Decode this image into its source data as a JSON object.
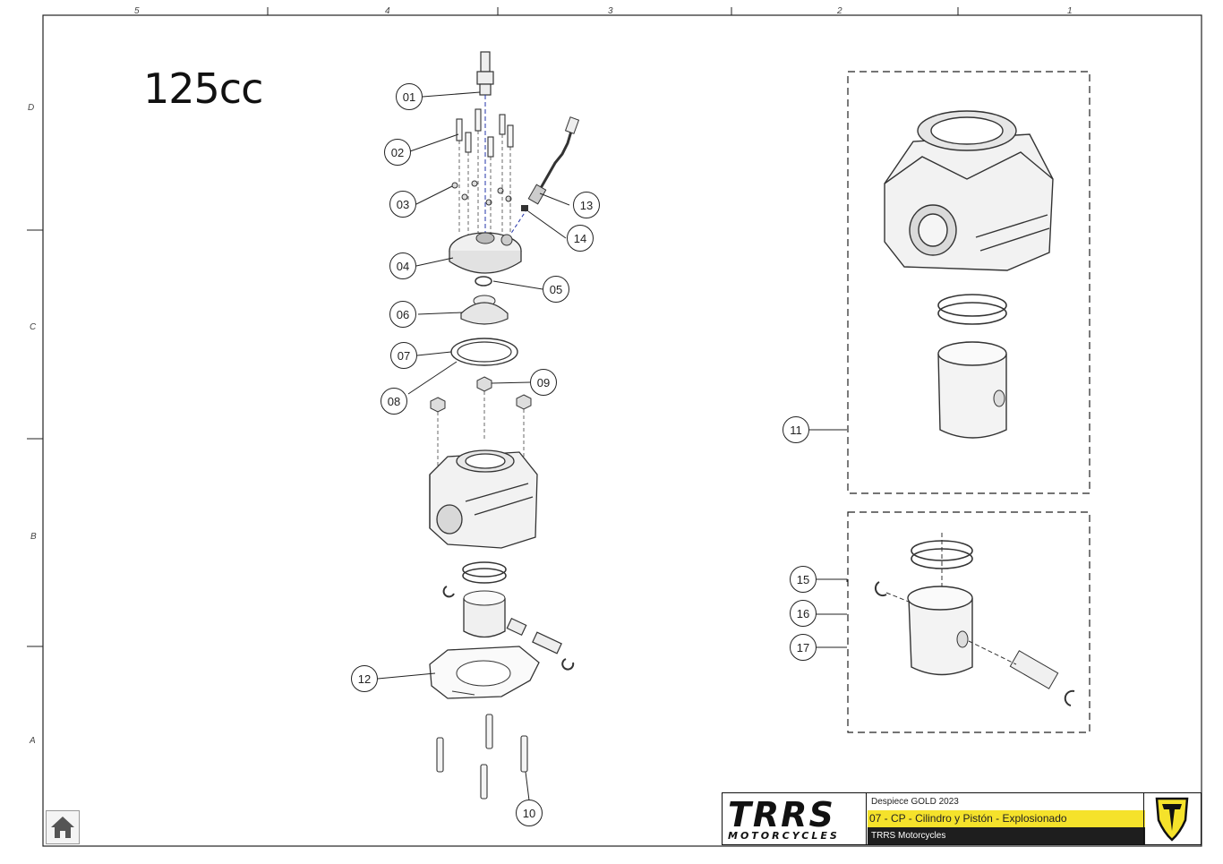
{
  "title": "125cc",
  "grid": {
    "columns": [
      "5",
      "4",
      "3",
      "2",
      "1"
    ],
    "rows": [
      "D",
      "C",
      "B",
      "A"
    ]
  },
  "callouts": [
    "01",
    "02",
    "03",
    "04",
    "05",
    "06",
    "07",
    "08",
    "09",
    "10",
    "11",
    "12",
    "13",
    "14",
    "15",
    "16",
    "17"
  ],
  "title_block": {
    "logo_main": "TRRS",
    "logo_sub": "MOTORCYCLES",
    "line1": "Despiece GOLD 2023",
    "line2": "07 - CP - Cilindro y Pistón - Explosionado",
    "line3": "TRRS Motorcycles",
    "accent": "#f5e22b"
  },
  "home_icon": "home-icon"
}
